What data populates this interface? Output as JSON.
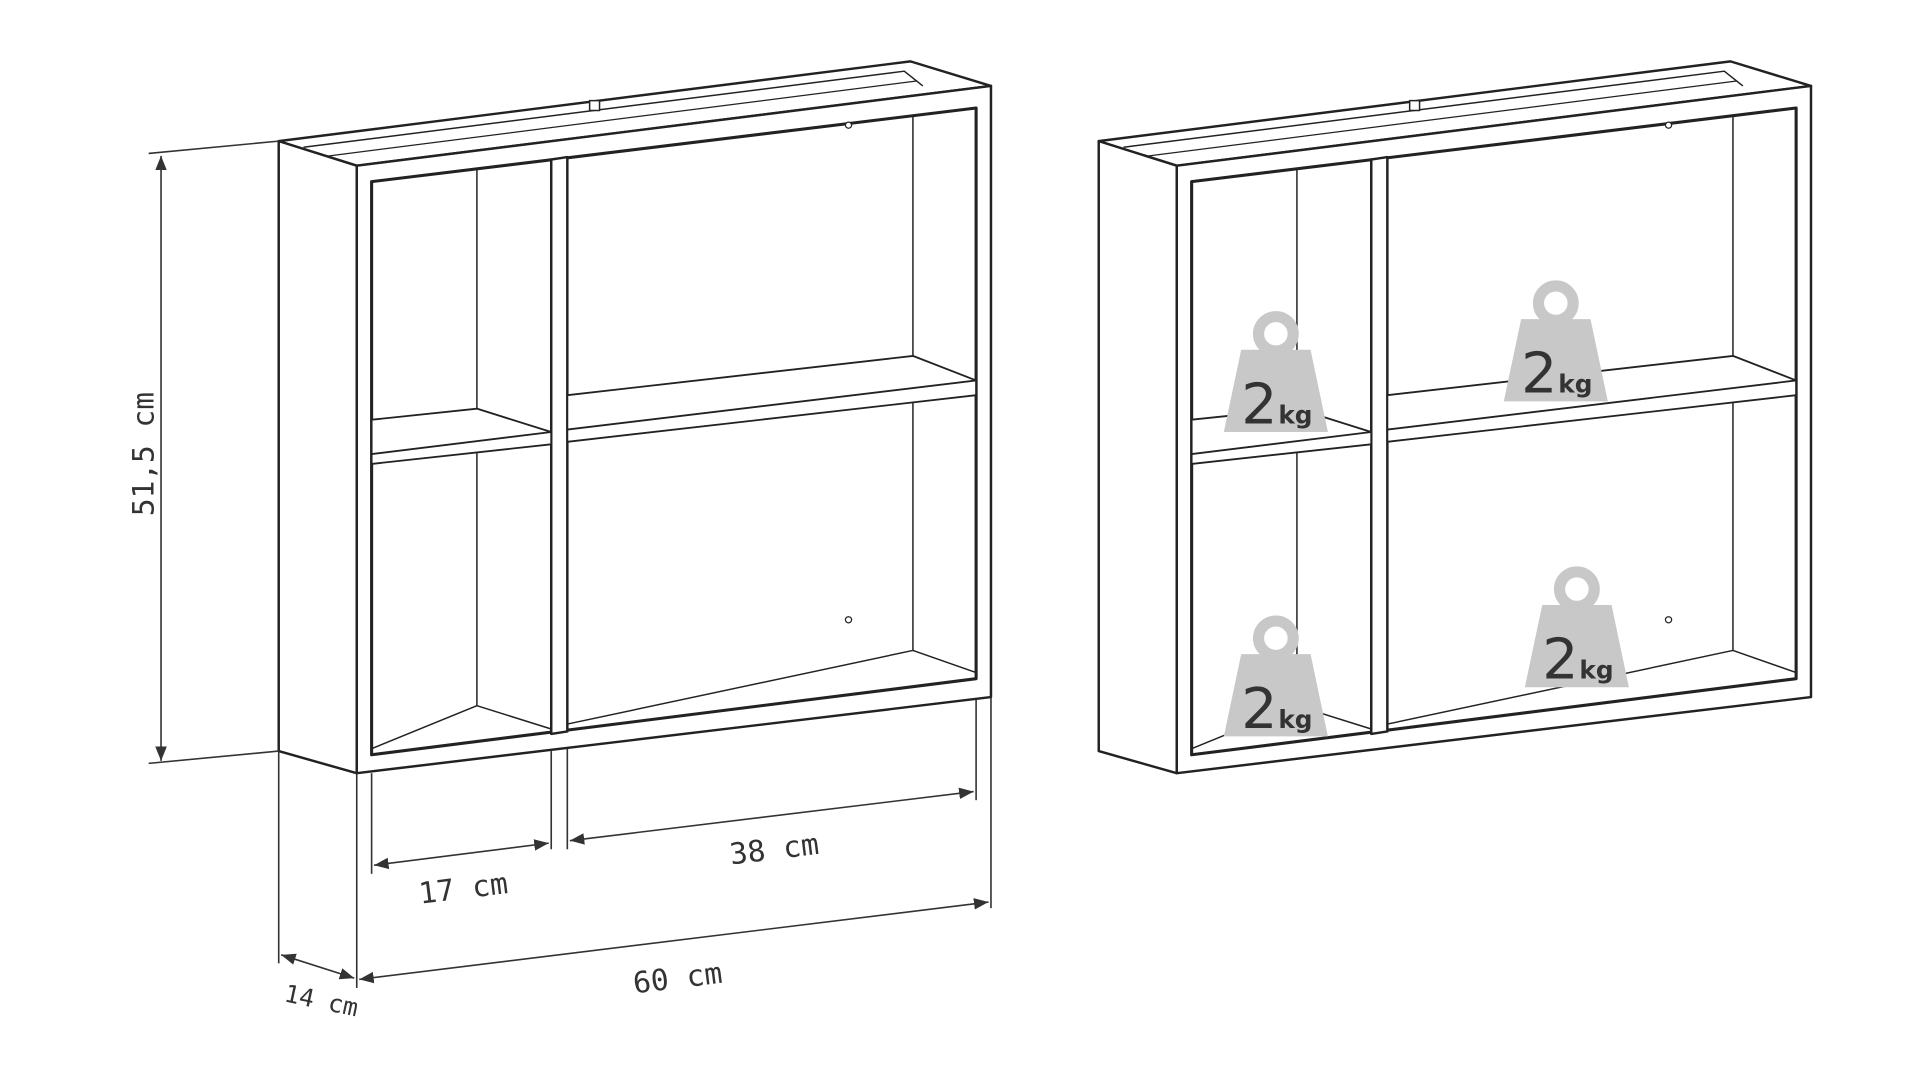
{
  "dimensions": {
    "height": "51,5 cm",
    "left_compartment_width": "17 cm",
    "right_compartment_width": "38 cm",
    "total_width": "60 cm",
    "depth": "14 cm"
  },
  "load_labels": {
    "top_left": {
      "value": "2",
      "unit": "kg"
    },
    "top_right": {
      "value": "2",
      "unit": "kg"
    },
    "bottom_left": {
      "value": "2",
      "unit": "kg"
    },
    "bottom_right": {
      "value": "2",
      "unit": "kg"
    }
  },
  "colors": {
    "line": "#222222",
    "weight_icon": "#c8c8c8"
  }
}
